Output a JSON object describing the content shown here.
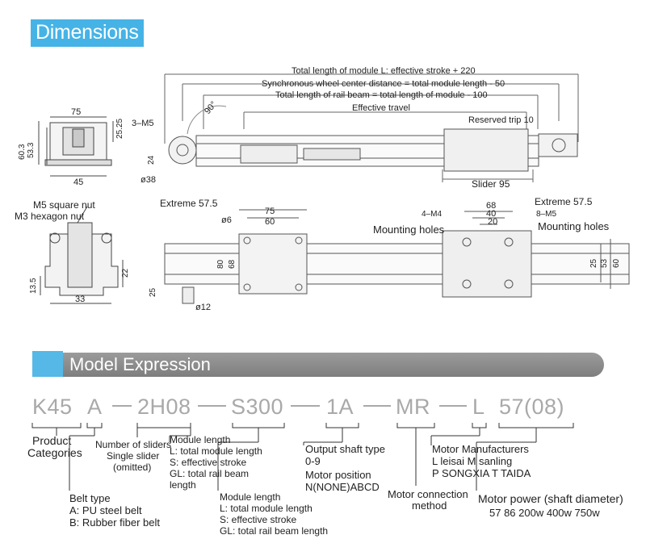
{
  "section_title": "Dimensions",
  "model_title": "Model Expression",
  "drawing": {
    "total_length": "Total length of module L: effective stroke + 220",
    "sync_distance": "Synchronous wheel center distance = total module length - 50",
    "rail_length": "Total length of rail beam = total length of module - 100",
    "effective_travel": "Effective travel",
    "reserved_trip": "Reserved trip 10",
    "slider": "Slider 95",
    "extreme_left": "Extreme 57.5",
    "extreme_right": "Extreme 57.5",
    "m5_left": "3–M5",
    "angle": "90°",
    "d38": "ø38",
    "d24": "24",
    "w75": "75",
    "w45": "45",
    "h603": "60.3",
    "h533": "53.3",
    "h2525": "25.25",
    "m5_square": "M5 square nut",
    "m3_hex": "M3 hexagon nut",
    "h135": "13.5",
    "h22": "22",
    "w33": "33",
    "d6": "ø6",
    "p75": "75",
    "p60": "60",
    "h80": "80",
    "h68": "68",
    "h25": "25",
    "d12": "ø12",
    "m4": "4–M4",
    "m8": "8–M5",
    "mount_left": "Mounting holes",
    "mount_right": "Mounting holes",
    "r68": "68",
    "r40": "40",
    "r20": "20",
    "r25": "25",
    "r53": "53",
    "r60": "60"
  },
  "model": {
    "codes": [
      "K45",
      "A",
      "2H08",
      "S300",
      "1A",
      "MR",
      "L",
      "57(08)"
    ],
    "product": [
      "Product",
      "Categories"
    ],
    "sliders": [
      "Number of sliders",
      "Single slider",
      "(omitted)"
    ],
    "module_length_a": [
      "Module length",
      "L: total module length",
      "S: effective stroke",
      "GL: total rail beam",
      "length"
    ],
    "belt": [
      "Belt type",
      "A: PU steel belt",
      "B: Rubber fiber belt"
    ],
    "module_length_b": [
      "Module length",
      "L: total module length",
      "S: effective stroke",
      "GL: total rail beam length"
    ],
    "output_shaft": [
      "Output shaft type",
      "0-9",
      "Motor position",
      "N(NONE)ABCD"
    ],
    "motor_conn": [
      "Motor connection",
      "method"
    ],
    "manufacturers": [
      "Motor Manufacturers",
      "L leisai  M sanling",
      "P SONGXIA T TAIDA"
    ],
    "power": [
      "Motor power (shaft diameter)",
      "57 86 200w  400w 750w"
    ]
  }
}
